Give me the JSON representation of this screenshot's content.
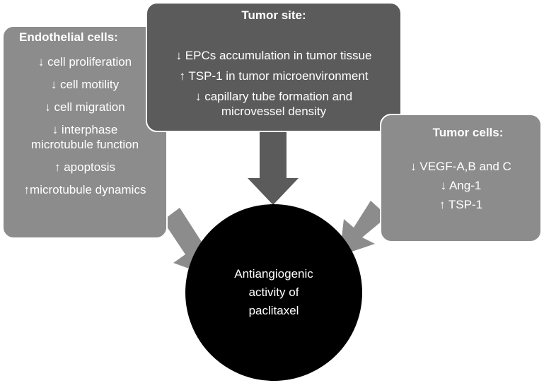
{
  "endothelial": {
    "title": "Endothelial cells:",
    "items": [
      "↓ cell proliferation",
      "↓  cell motility",
      "↓ cell migration",
      "↓  interphase\nmicrotubule function",
      "↑ apoptosis",
      "↑microtubule dynamics"
    ]
  },
  "tumor_site": {
    "title": "Tumor site:",
    "items": [
      "↓ EPCs accumulation in tumor tissue",
      "↑ TSP-1 in tumor microenvironment",
      "↓ capillary tube formation and\nmicrovessel density"
    ]
  },
  "tumor_cells": {
    "title": "Tumor cells:",
    "items": [
      "↓ VEGF-A,B and C",
      "↓ Ang-1",
      "↑ TSP-1"
    ]
  },
  "center": {
    "label": "Antiangiogenic\nactivity of\npaclitaxel"
  },
  "colors": {
    "box_light": "#8c8c8c",
    "box_dark": "#5b5b5b",
    "arrow": "#8c8c8c",
    "center_circle": "#000000"
  }
}
